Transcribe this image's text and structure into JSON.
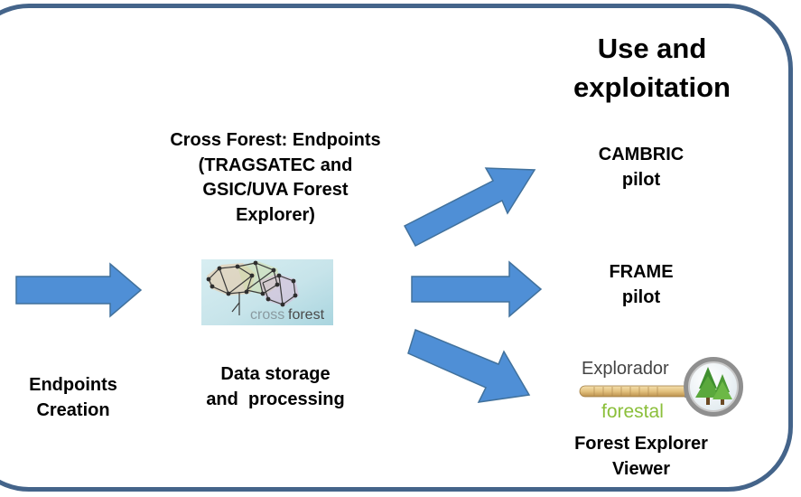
{
  "use_section": {
    "title_line1": "Use and",
    "title_line2": "exploitation"
  },
  "endpoints_section": {
    "title_line1": "Cross Forest: Endpoints",
    "title_line2": "(TRAGSATEC and",
    "title_line3": "GSIC/UVA Forest",
    "title_line4": "Explorer)",
    "logo_text_light": "cross",
    "logo_text_dark": "forest",
    "storage_line1": "Data storage",
    "storage_line2": "and  processing"
  },
  "creation_section": {
    "label_line1": "Endpoints",
    "label_line2": "Creation"
  },
  "pilots": {
    "cambric_line1": "CAMBRIC",
    "cambric_line2": "pilot",
    "frame_line1": "FRAME",
    "frame_line2": "pilot"
  },
  "viewer": {
    "logo_top": "Explorador",
    "logo_bottom": "forestal",
    "label_line1": "Forest Explorer",
    "label_line2": "Viewer"
  },
  "colors": {
    "arrow_fill": "#4f8fd6",
    "arrow_stroke": "#41719c",
    "frame_border": "#44648a",
    "logo_green": "#8bbf3a"
  }
}
